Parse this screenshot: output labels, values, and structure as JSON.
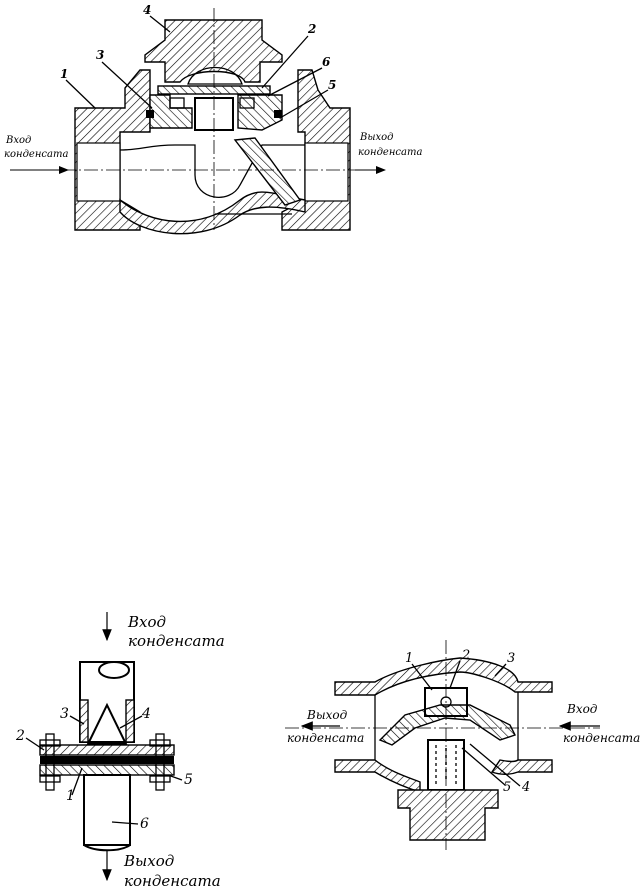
{
  "figure_top": {
    "inlet_label_line1": "Вход",
    "inlet_label_line2": "конденсата",
    "outlet_label_line1": "Выход",
    "outlet_label_line2": "конденсата",
    "callouts": [
      "1",
      "2",
      "3",
      "4",
      "5",
      "6"
    ]
  },
  "figure_left": {
    "inlet_label_line1": "Вход",
    "inlet_label_line2": "конденсата",
    "outlet_label_line1": "Выход",
    "outlet_label_line2": "конденсата",
    "callouts": [
      "1",
      "2",
      "3",
      "4",
      "5",
      "6"
    ]
  },
  "figure_right": {
    "outlet_label_line1": "Выход",
    "outlet_label_line2": "конденсата",
    "inlet_label_line1": "Вход",
    "inlet_label_line2": "конденсата",
    "callouts": [
      "1",
      "2",
      "3",
      "4",
      "5"
    ]
  }
}
